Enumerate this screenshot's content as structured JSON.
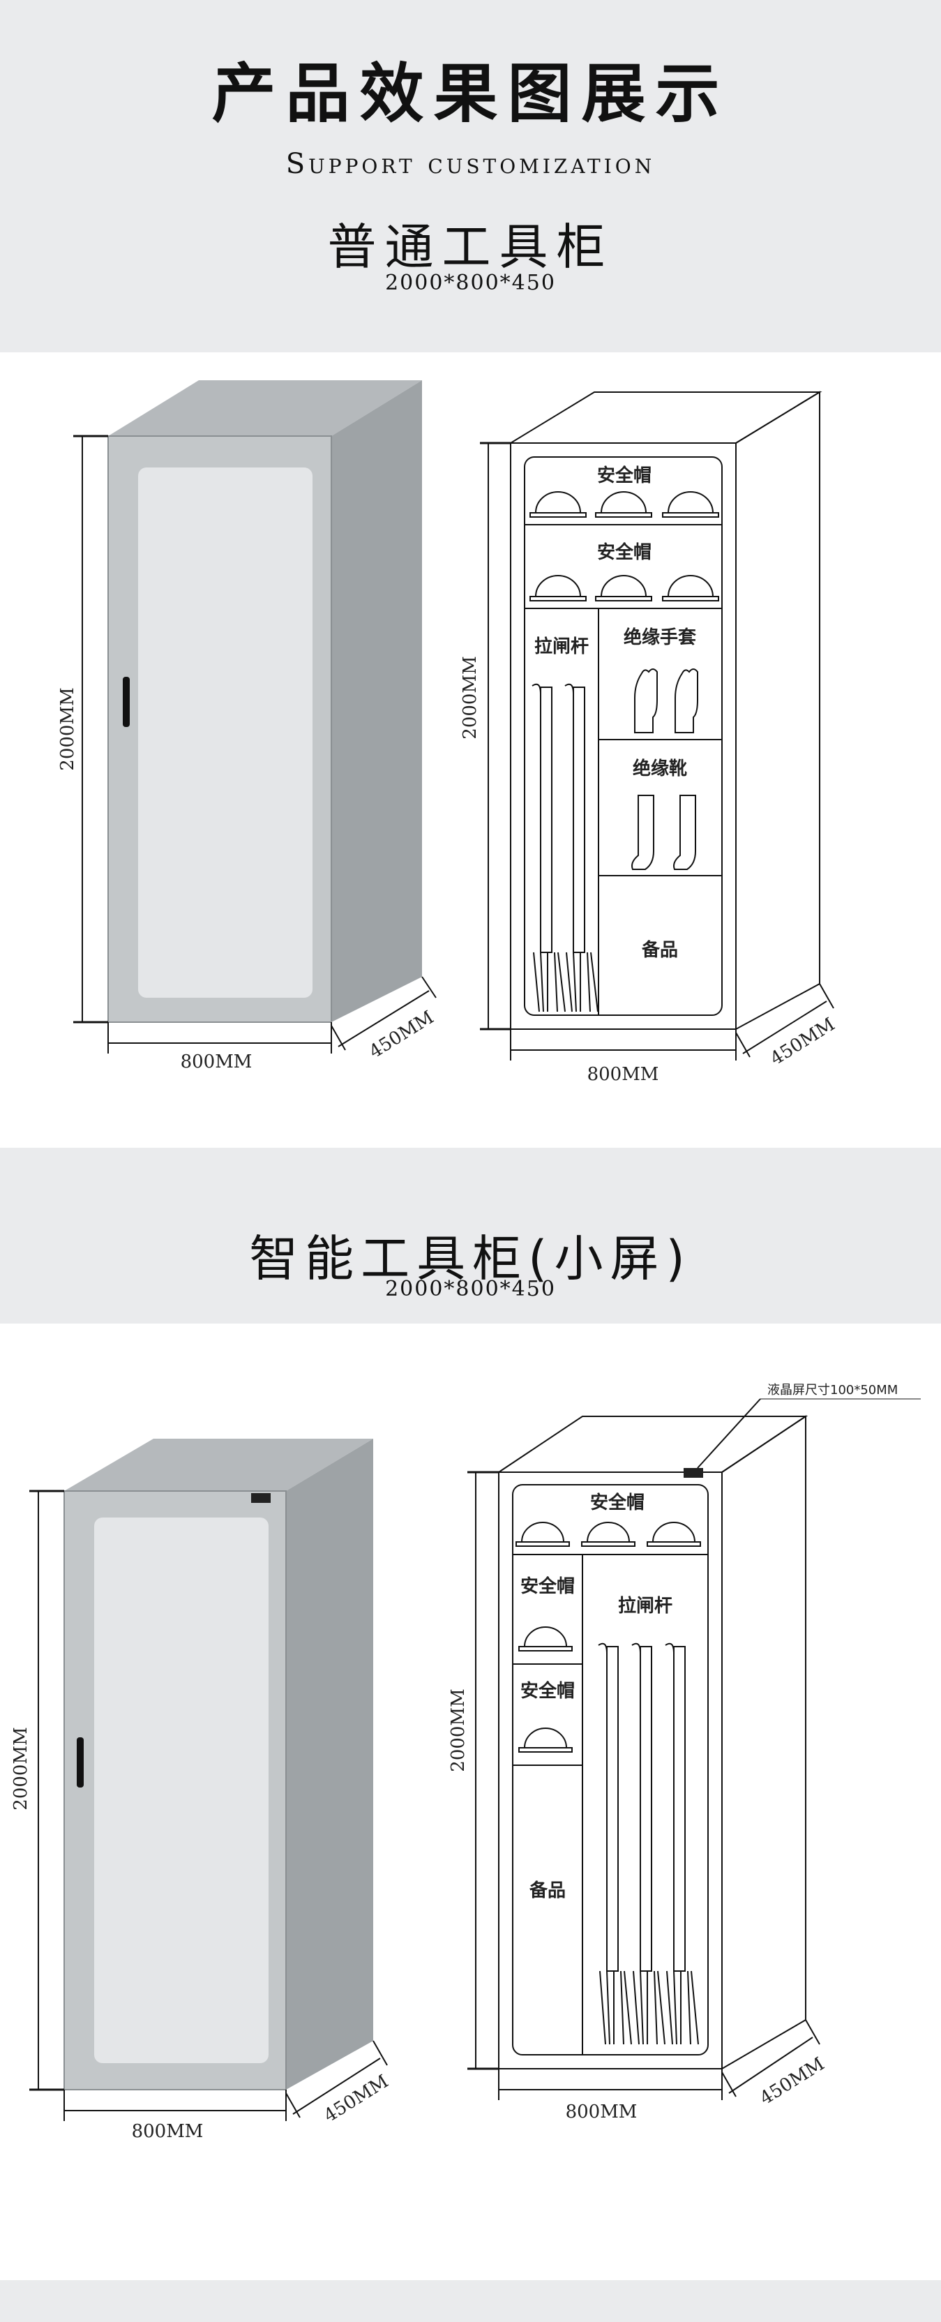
{
  "header": {
    "title": "产品效果图展示",
    "subtitle": "Support customization"
  },
  "section1": {
    "name": "普通工具柜",
    "size": "2000*800*450",
    "left_view": {
      "height_label": "2000MM",
      "width_label": "800MM",
      "depth_label": "450MM"
    },
    "right_view": {
      "height_label": "2000MM",
      "width_label": "800MM",
      "depth_label": "450MM",
      "compartments": [
        "安全帽",
        "安全帽",
        "拉闸杆",
        "绝缘手套",
        "绝缘靴",
        "备品"
      ]
    }
  },
  "section2": {
    "name": "智能工具柜(小屏)",
    "size": "2000*800*450",
    "left_view": {
      "height_label": "2000MM",
      "width_label": "800MM",
      "depth_label": "450MM"
    },
    "right_view": {
      "height_label": "2000MM",
      "width_label": "800MM",
      "depth_label": "450MM",
      "screen_note": "液晶屏尺寸100*50MM",
      "compartments": [
        "安全帽",
        "安全帽",
        "安全帽",
        "拉闸杆",
        "备品"
      ]
    }
  },
  "colors": {
    "band": "#eaebed",
    "cabinet_side": "#9ea3a6",
    "cabinet_front": "#c3c7c9",
    "glass": "#e4e6e8"
  }
}
